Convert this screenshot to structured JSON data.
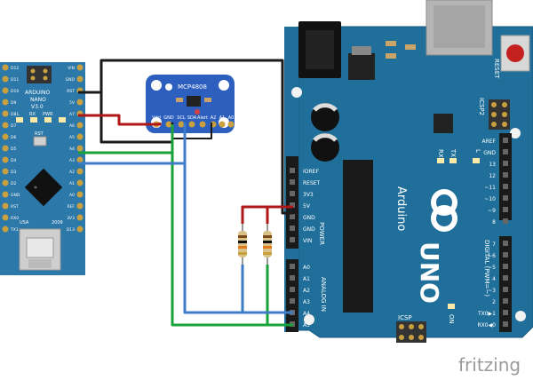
{
  "nano": {
    "brand": "ARDUINO",
    "model": "NANO",
    "version": "V3.0",
    "btn_rst": "RST",
    "led_rx": "RX",
    "led_pwr": "PWR",
    "led_l": "L",
    "year": "2009",
    "made_in": "USA",
    "left_pins": [
      "D12",
      "D11",
      "D10",
      "D9",
      "D8",
      "D7",
      "D6",
      "D5",
      "D4",
      "D3",
      "D2",
      "GND",
      "RST",
      "RX0",
      "TX1"
    ],
    "right_pins": [
      "VIN",
      "GND",
      "RST",
      "5V",
      "A7",
      "A6",
      "A5",
      "A4",
      "A3",
      "A2",
      "A1",
      "A0",
      "REF",
      "3V3",
      "D13"
    ]
  },
  "dac": {
    "title": "MCP4808",
    "pins": [
      "Vdd",
      "GND",
      "SCL",
      "SDA",
      "Alert",
      "A2",
      "A1",
      "A0"
    ]
  },
  "uno": {
    "reset_label": "RESET",
    "icsp2_label": "ICSP2",
    "led_tx": "TX",
    "led_rx": "RX",
    "led_l": "L",
    "brand": "Arduino",
    "logo": "UNO",
    "on_label": "ON",
    "icsp_label": "ICSP",
    "power_label": "POWER",
    "analog_label": "ANALOG IN",
    "digital_label": "DIGITAL (PWM=~)",
    "power_pins": [
      "IOREF",
      "RESET",
      "3V3",
      "5V",
      "GND",
      "GND",
      "VIN"
    ],
    "analog_pins": [
      "A0",
      "A1",
      "A2",
      "A3",
      "A4",
      "A5"
    ],
    "digital_top": [
      "AREF",
      "GND",
      "13",
      "12",
      "~11",
      "~10",
      "~9",
      "8"
    ],
    "digital_bottom": [
      "7",
      "~6",
      "~5",
      "4",
      "~3",
      "2",
      "TX0▶1",
      "RX0◀0"
    ]
  },
  "watermark": "fritzing",
  "colors": {
    "board_blue": "#1f6f9a",
    "nano_blue": "#2b78a9",
    "breakout_blue": "#2d5fbf",
    "wire_black": "#1a1a1a",
    "wire_red": "#b01818",
    "wire_green": "#1aa23a",
    "wire_blue": "#3c7dc9"
  }
}
